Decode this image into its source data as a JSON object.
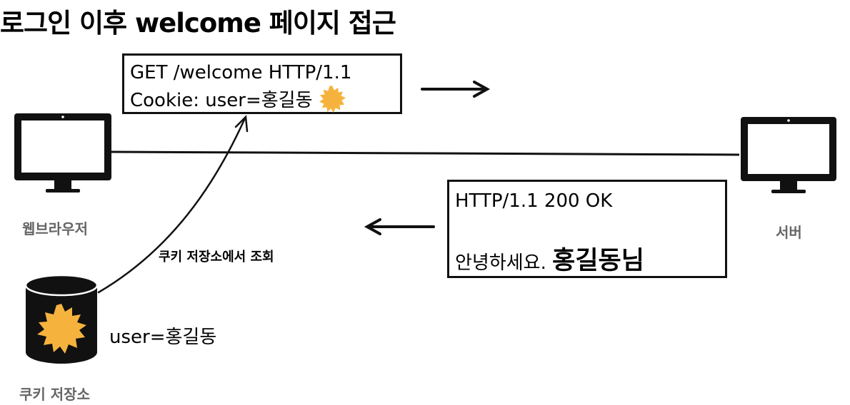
{
  "title": "로그인 이후 welcome 페이지 접근",
  "request": {
    "line1": "GET /welcome HTTP/1.1",
    "line2": "Cookie: user=홍길동"
  },
  "response": {
    "line1": "HTTP/1.1 200 OK",
    "greeting": "안녕하세요. ",
    "name": "홍길동님"
  },
  "browser_label": "웹브라우저",
  "server_label": "서버",
  "cookie_lookup_label": "쿠키 저장소에서 조회",
  "cookie_store_label": "쿠키 저장소",
  "cookie_store_value": "user=홍길동",
  "colors": {
    "cookie": "#F5B33E",
    "ink": "#111111",
    "caption": "#666666"
  }
}
